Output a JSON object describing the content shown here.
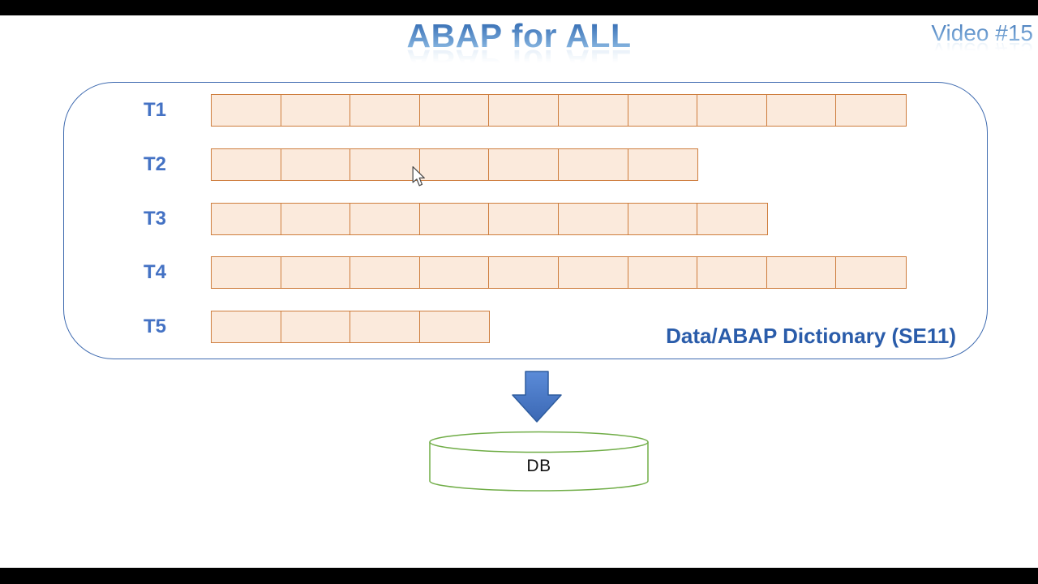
{
  "header": {
    "title": "ABAP for ALL",
    "video_label": "Video #15"
  },
  "dictionary_panel": {
    "caption": "Data/ABAP Dictionary (SE11)",
    "tables": [
      {
        "label": "T1",
        "cell_count": 10
      },
      {
        "label": "T2",
        "cell_count": 7
      },
      {
        "label": "T3",
        "cell_count": 8
      },
      {
        "label": "T4",
        "cell_count": 10
      },
      {
        "label": "T5",
        "cell_count": 4
      }
    ]
  },
  "database": {
    "label": "DB"
  },
  "icons": {
    "down_arrow": "down-arrow-icon",
    "cursor": "mouse-pointer-icon"
  },
  "colors": {
    "title_blue_top": "#3d74b8",
    "title_blue_bottom": "#8fbce4",
    "label_blue": "#4472c4",
    "caption_blue": "#2a5caa",
    "cell_fill": "#fbeadc",
    "cell_border": "#ce7d3d",
    "panel_border": "#3f6bb0",
    "arrow_fill_top": "#5b8bd8",
    "arrow_fill_bottom": "#3b68b4",
    "arrow_edge": "#2e5c9e",
    "db_border": "#70ad47",
    "letterbox": "#000000"
  }
}
